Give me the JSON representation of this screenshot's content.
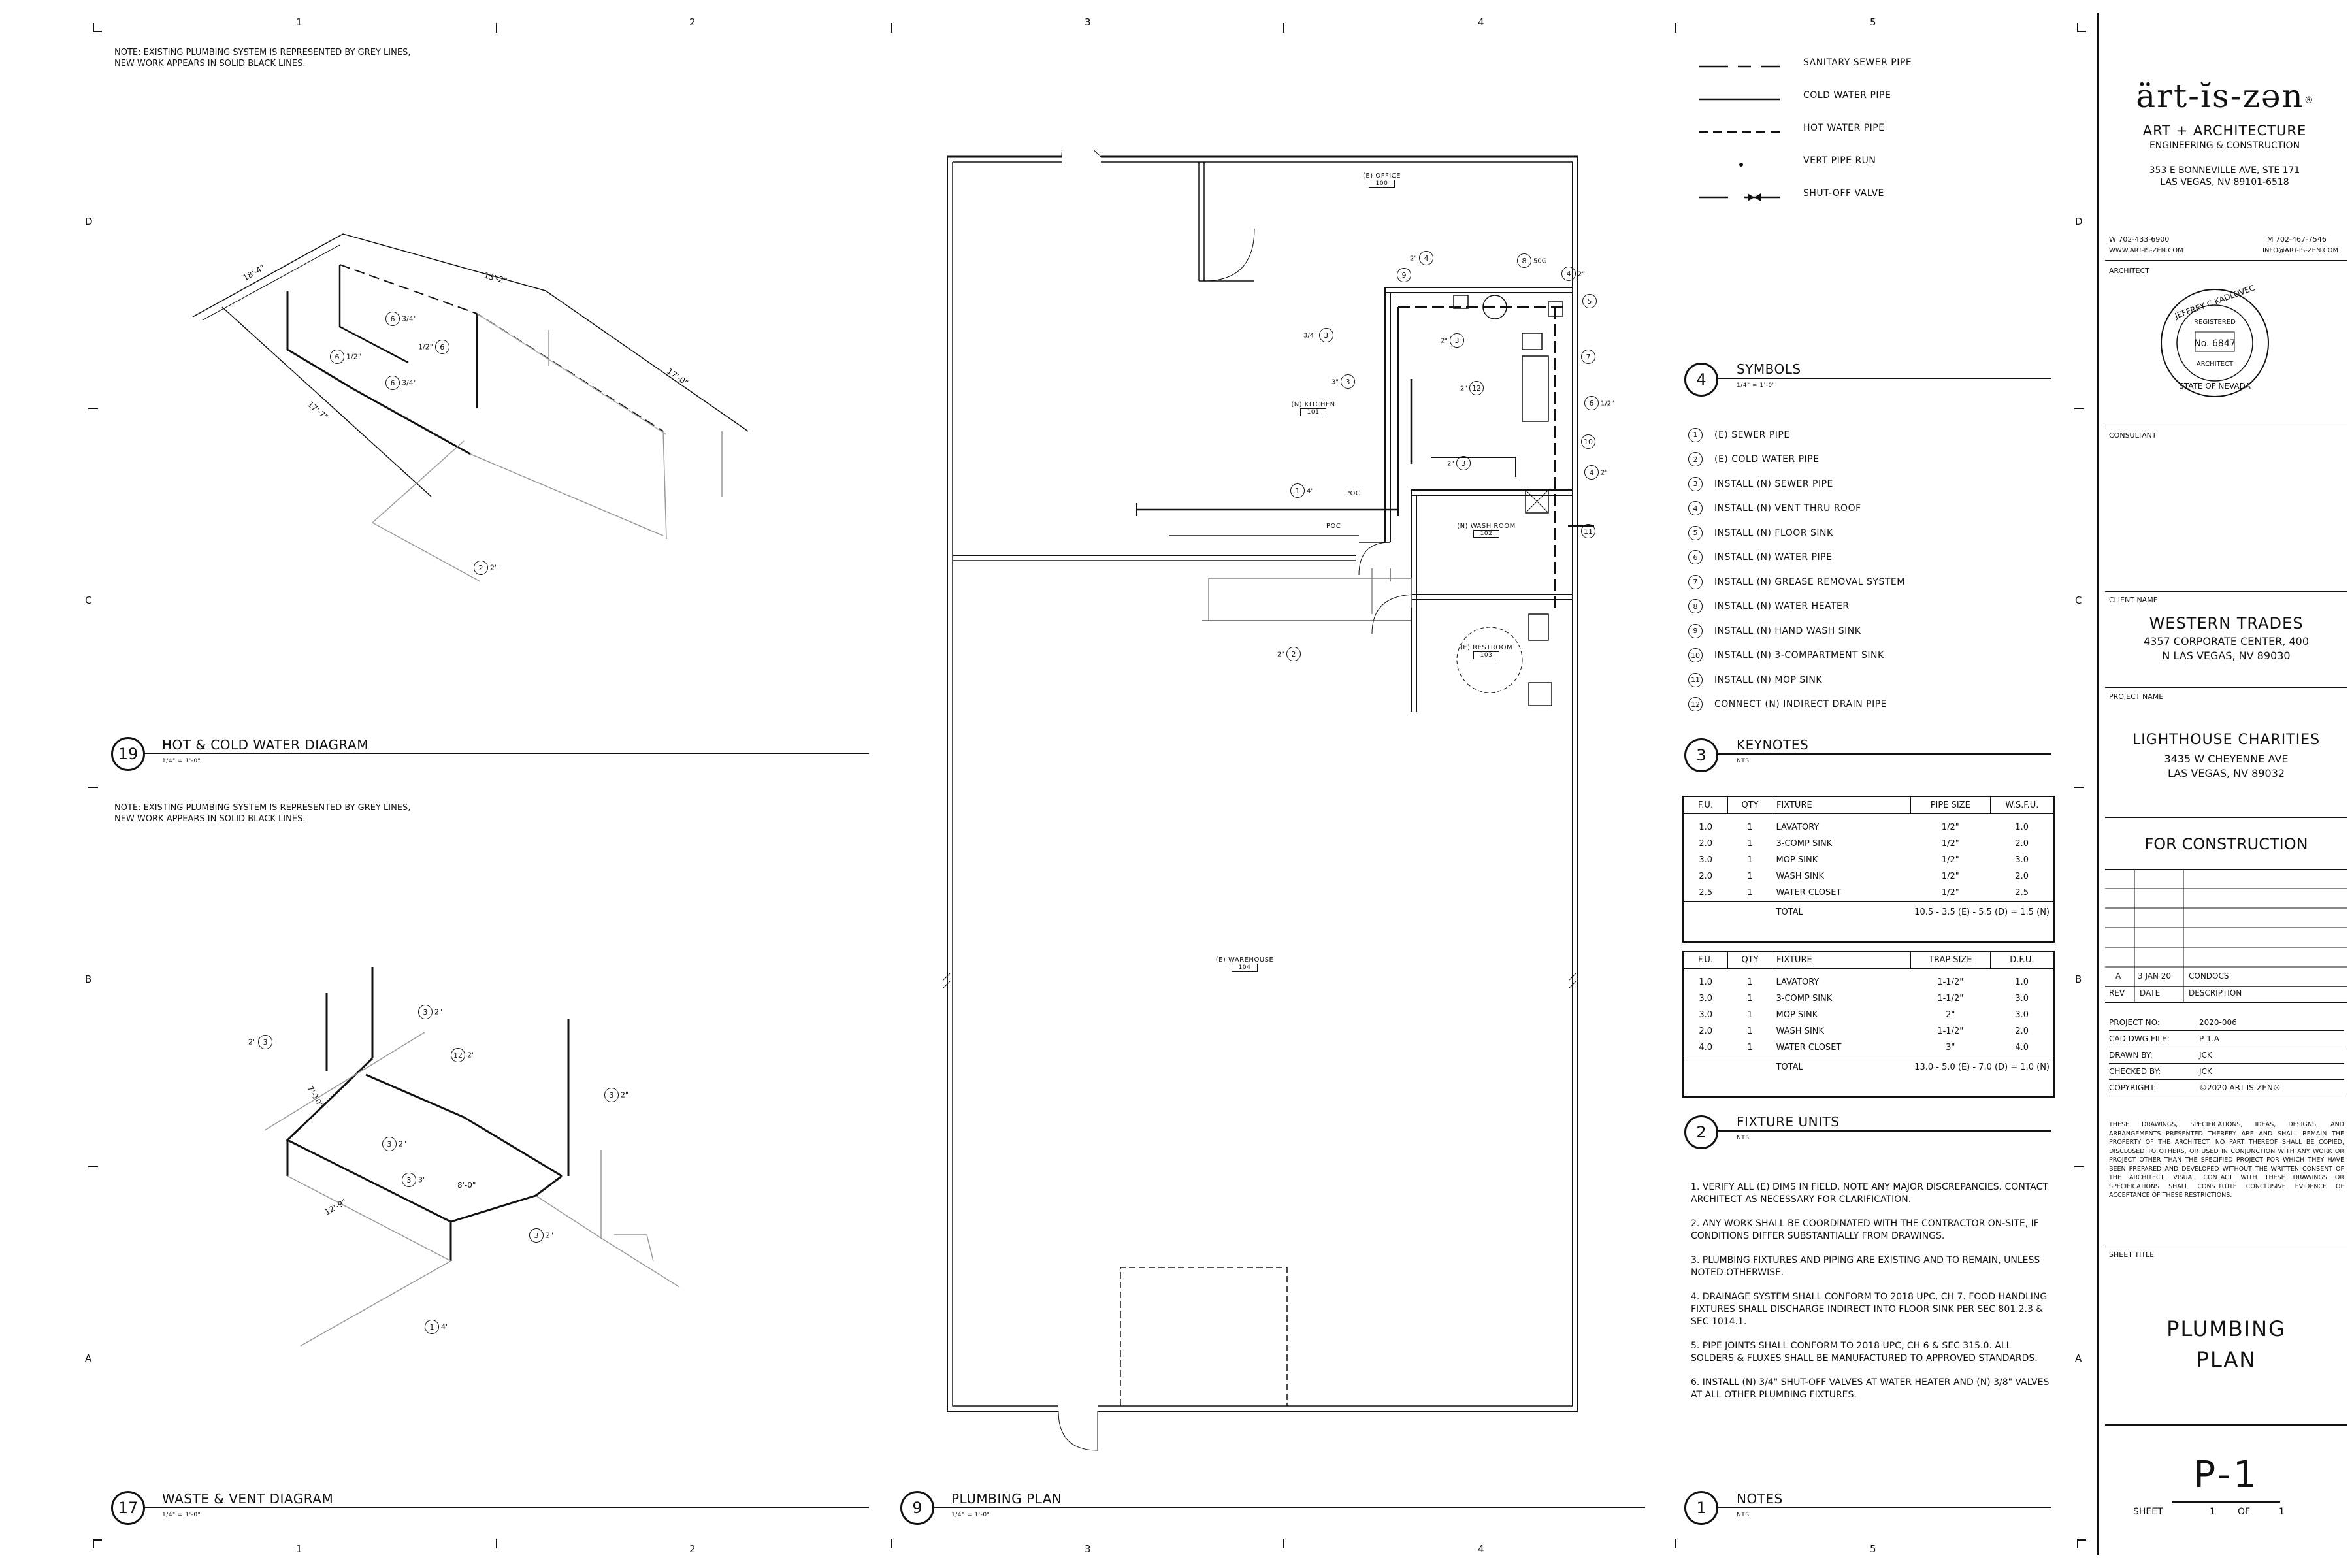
{
  "grid": {
    "top_numbers": [
      "1",
      "2",
      "3",
      "4",
      "5"
    ],
    "bottom_numbers": [
      "1",
      "2",
      "3",
      "4",
      "5"
    ],
    "side_letters": [
      "D",
      "C",
      "B",
      "A"
    ]
  },
  "notes_existing": {
    "line1": "NOTE: EXISTING PLUMBING SYSTEM IS REPRESENTED BY GREY LINES,",
    "line2": "NEW WORK APPEARS IN SOLID BLACK LINES."
  },
  "hot_cold": {
    "number": "19",
    "title": "HOT & COLD WATER DIAGRAM",
    "scale": "1/4\" = 1'-0\"",
    "dims": [
      "18'-4\"",
      "13'-2\"",
      "17'-0\"",
      "17'-7\""
    ],
    "tags": [
      {
        "num": "6",
        "size": "3/4\""
      },
      {
        "num": "6",
        "size": "1/2\""
      },
      {
        "num": "6",
        "size": "1/2\""
      },
      {
        "num": "6",
        "size": "3/4\""
      },
      {
        "num": "2",
        "size": "2\""
      }
    ]
  },
  "waste_vent": {
    "number": "17",
    "title": "WASTE & VENT DIAGRAM",
    "scale": "1/4\" = 1'-0\"",
    "dims": [
      "7'-10\"",
      "8'-0\"",
      "12'-9\""
    ],
    "tags": [
      {
        "num": "3",
        "size": "2\""
      },
      {
        "num": "3",
        "size": "2\""
      },
      {
        "num": "12",
        "size": "2\""
      },
      {
        "num": "3",
        "size": "2\""
      },
      {
        "num": "3",
        "size": "2\""
      },
      {
        "num": "3",
        "size": "3\""
      },
      {
        "num": "3",
        "size": "2\""
      },
      {
        "num": "1",
        "size": "4\""
      }
    ]
  },
  "plan": {
    "number": "9",
    "title": "PLUMBING PLAN",
    "scale": "1/4\" = 1'-0\"",
    "rooms": [
      {
        "name": "(E) OFFICE",
        "num": "100"
      },
      {
        "name": "(N) KITCHEN",
        "num": "101"
      },
      {
        "name": "(N) WASH ROOM",
        "num": "102"
      },
      {
        "name": "(E) RESTROOM",
        "num": "103"
      },
      {
        "name": "(E) WAREHOUSE",
        "num": "104"
      }
    ],
    "poc": "POC",
    "tags": [
      {
        "num": "4",
        "size": "2\""
      },
      {
        "num": "8",
        "size": "50G"
      },
      {
        "num": "4",
        "size": "2\""
      },
      {
        "num": "9",
        "size": ""
      },
      {
        "num": "5",
        "size": ""
      },
      {
        "num": "3",
        "size": "2\""
      },
      {
        "num": "7",
        "size": ""
      },
      {
        "num": "3",
        "size": "3/4\""
      },
      {
        "num": "3",
        "size": "3\""
      },
      {
        "num": "12",
        "size": "2\""
      },
      {
        "num": "6",
        "size": "1/2\""
      },
      {
        "num": "10",
        "size": ""
      },
      {
        "num": "3",
        "size": "2\""
      },
      {
        "num": "4",
        "size": "2\""
      },
      {
        "num": "1",
        "size": "4\""
      },
      {
        "num": "11",
        "size": ""
      },
      {
        "num": "2",
        "size": "2\""
      }
    ]
  },
  "legend": [
    {
      "type": "sewer",
      "label": "SANITARY SEWER PIPE"
    },
    {
      "type": "cold",
      "label": "COLD WATER PIPE"
    },
    {
      "type": "hot",
      "label": "HOT WATER PIPE"
    },
    {
      "type": "vert",
      "label": "VERT PIPE RUN"
    },
    {
      "type": "valve",
      "label": "SHUT-OFF VALVE"
    }
  ],
  "symbols": {
    "number": "4",
    "title": "SYMBOLS",
    "scale": "1/4\" = 1'-0\""
  },
  "keynotes": {
    "number": "3",
    "title": "KEYNOTES",
    "scale": "NTS",
    "items": [
      {
        "num": "1",
        "label": "(E) SEWER PIPE"
      },
      {
        "num": "2",
        "label": "(E) COLD WATER PIPE"
      },
      {
        "num": "3",
        "label": "INSTALL (N) SEWER PIPE"
      },
      {
        "num": "4",
        "label": "INSTALL (N) VENT THRU ROOF"
      },
      {
        "num": "5",
        "label": "INSTALL (N) FLOOR SINK"
      },
      {
        "num": "6",
        "label": "INSTALL (N) WATER PIPE"
      },
      {
        "num": "7",
        "label": "INSTALL (N) GREASE REMOVAL SYSTEM"
      },
      {
        "num": "8",
        "label": "INSTALL (N) WATER HEATER"
      },
      {
        "num": "9",
        "label": "INSTALL (N) HAND WASH SINK"
      },
      {
        "num": "10",
        "label": "INSTALL (N) 3-COMPARTMENT SINK"
      },
      {
        "num": "11",
        "label": "INSTALL (N) MOP SINK"
      },
      {
        "num": "12",
        "label": "CONNECT (N) INDIRECT DRAIN PIPE"
      }
    ]
  },
  "fixture_units": {
    "number": "2",
    "title": "FIXTURE UNITS",
    "scale": "NTS",
    "table1": {
      "headers": [
        "F.U.",
        "QTY",
        "FIXTURE",
        "PIPE SIZE",
        "W.S.F.U."
      ],
      "rows": [
        [
          "1.0",
          "1",
          "LAVATORY",
          "1/2\"",
          "1.0"
        ],
        [
          "2.0",
          "1",
          "3-COMP SINK",
          "1/2\"",
          "2.0"
        ],
        [
          "3.0",
          "1",
          "MOP SINK",
          "1/2\"",
          "3.0"
        ],
        [
          "2.0",
          "1",
          "WASH SINK",
          "1/2\"",
          "2.0"
        ],
        [
          "2.5",
          "1",
          "WATER CLOSET",
          "1/2\"",
          "2.5"
        ]
      ],
      "total_label": "TOTAL",
      "total_value": "10.5 - 3.5 (E) - 5.5 (D) = 1.5 (N)"
    },
    "table2": {
      "headers": [
        "F.U.",
        "QTY",
        "FIXTURE",
        "TRAP SIZE",
        "D.F.U."
      ],
      "rows": [
        [
          "1.0",
          "1",
          "LAVATORY",
          "1-1/2\"",
          "1.0"
        ],
        [
          "3.0",
          "1",
          "3-COMP SINK",
          "1-1/2\"",
          "3.0"
        ],
        [
          "3.0",
          "1",
          "MOP SINK",
          "2\"",
          "3.0"
        ],
        [
          "2.0",
          "1",
          "WASH SINK",
          "1-1/2\"",
          "2.0"
        ],
        [
          "4.0",
          "1",
          "WATER CLOSET",
          "3\"",
          "4.0"
        ]
      ],
      "total_label": "TOTAL",
      "total_value": "13.0 - 5.0 (E) - 7.0 (D) = 1.0 (N)"
    }
  },
  "notes": {
    "number": "1",
    "title": "NOTES",
    "scale": "NTS",
    "items": [
      "1.     VERIFY ALL (E) DIMS IN FIELD.  NOTE ANY MAJOR DISCREPANCIES. CONTACT ARCHITECT AS NECESSARY FOR CLARIFICATION.",
      "2.     ANY WORK SHALL BE COORDINATED WITH THE CONTRACTOR ON-SITE, IF CONDITIONS DIFFER SUBSTANTIALLY FROM DRAWINGS.",
      "3.     PLUMBING FIXTURES AND PIPING ARE EXISTING AND TO REMAIN, UNLESS NOTED OTHERWISE.",
      "4.     DRAINAGE SYSTEM SHALL CONFORM TO 2018 UPC, CH 7. FOOD HANDLING FIXTURES SHALL DISCHARGE INDIRECT INTO FLOOR SINK PER SEC 801.2.3 & SEC 1014.1.",
      "5.     PIPE JOINTS SHALL CONFORM TO 2018 UPC, CH 6 & SEC 315.0. ALL SOLDERS & FLUXES SHALL BE MANUFACTURED TO APPROVED STANDARDS.",
      "6.     INSTALL (N) 3/4\" SHUT-OFF VALVES AT WATER HEATER AND (N) 3/8\" VALVES AT ALL OTHER PLUMBING FIXTURES."
    ]
  },
  "titleblock": {
    "logo": "ärt-ĭs-zən",
    "logo_mark": "®",
    "tagline": "ART + ARCHITECTURE",
    "tagline2": "ENGINEERING & CONSTRUCTION",
    "address1": "353 E BONNEVILLE AVE, STE 171",
    "address2": "LAS VEGAS, NV 89101-6518",
    "phone_w": "W 702-433-6900",
    "phone_m": "M 702-467-7546",
    "web": "WWW.ART-IS-ZEN.COM",
    "email": "INFO@ART-IS-ZEN.COM",
    "architect_label": "ARCHITECT",
    "seal": {
      "name": "JEFFREY C KADLOVEC",
      "registered": "REGISTERED",
      "no": "No. 6847",
      "architect": "ARCHITECT",
      "state": "STATE OF NEVADA"
    },
    "consultant_label": "CONSULTANT",
    "client_label": "CLIENT NAME",
    "client_name": "WESTERN TRADES",
    "client_addr1": "4357 CORPORATE CENTER, 400",
    "client_addr2": "N LAS VEGAS, NV 89030",
    "project_label": "PROJECT NAME",
    "project_name": "LIGHTHOUSE CHARITIES",
    "project_addr1": "3435 W CHEYENNE AVE",
    "project_addr2": "LAS VEGAS, NV 89032",
    "status": "FOR CONSTRUCTION",
    "revision": {
      "rev": "A",
      "date": "3 JAN 20",
      "desc": "CONDOCS"
    },
    "rev_headers": [
      "REV",
      "DATE",
      "DESCRIPTION"
    ],
    "info": [
      {
        "label": "PROJECT NO:",
        "value": "2020-006"
      },
      {
        "label": "CAD DWG FILE:",
        "value": "P-1.A"
      },
      {
        "label": "DRAWN BY:",
        "value": "JCK"
      },
      {
        "label": "CHECKED BY:",
        "value": "JCK"
      },
      {
        "label": "COPYRIGHT:",
        "value": "©2020 ART-IS-ZEN®"
      }
    ],
    "disclaimer": "THESE DRAWINGS, SPECIFICATIONS, IDEAS, DESIGNS, AND ARRANGEMENTS PRESENTED THEREBY ARE AND SHALL REMAIN THE PROPERTY OF THE ARCHITECT. NO PART THEREOF SHALL BE COPIED, DISCLOSED TO OTHERS, OR USED IN CONJUNCTION WITH ANY WORK OR PROJECT OTHER THAN THE SPECIFIED PROJECT FOR WHICH THEY HAVE BEEN PREPARED AND DEVELOPED WITHOUT THE WRITTEN CONSENT OF THE ARCHITECT.  VISUAL CONTACT WITH THESE DRAWINGS OR SPECIFICATIONS SHALL CONSTITUTE CONCLUSIVE EVIDENCE OF ACCEPTANCE OF THESE RESTRICTIONS.",
    "sheet_title_label": "SHEET TITLE",
    "sheet_title1": "PLUMBING",
    "sheet_title2": "PLAN",
    "sheet_no": "P-1",
    "sheet_label": "SHEET",
    "sheet_num": "1",
    "sheet_of": "OF",
    "sheet_total": "1"
  }
}
